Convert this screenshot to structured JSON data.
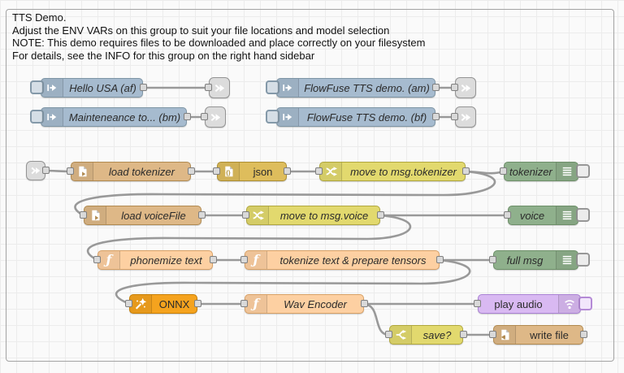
{
  "header": {
    "lines": [
      "TTS Demo.",
      "Adjust the ENV VARs on this group to suit your file locations and model selection",
      "NOTE: This demo requires files to be downloaded and place correctly on your filesystem",
      "For details, see the INFO for this group on the right hand sidebar"
    ]
  },
  "colors": {
    "inject": "#a6bbcf",
    "file": "#deb887",
    "json": "#debd5c",
    "change": "#e2d96e",
    "function": "#fdd0a2",
    "debug_green": "#8fb08c",
    "play_audio": "#d9b9f2",
    "onnx": "#f5a31e",
    "link_node": "#dcdcdc",
    "wire": "#999999",
    "canvas": "#fafafa",
    "grid": "#ececec"
  },
  "nodes": {
    "inject_hello": {
      "label": "Hello USA (af)",
      "type": "inject",
      "icon": "inject-arrow-icon"
    },
    "inject_maint": {
      "label": "Mainteneance to... (bm)",
      "type": "inject",
      "icon": "inject-arrow-icon"
    },
    "inject_am": {
      "label": "FlowFuse TTS demo. (am)",
      "type": "inject",
      "icon": "inject-arrow-icon"
    },
    "inject_bf": {
      "label": "FlowFuse TTS demo. (bf)",
      "type": "inject",
      "icon": "inject-arrow-icon"
    },
    "load_tokenizer": {
      "label": "load tokenizer",
      "type": "file-in",
      "icon": "file-in-icon"
    },
    "json": {
      "label": "json",
      "type": "json",
      "icon": "json-braces-icon"
    },
    "change_tok": {
      "label": "move to msg.tokenizer",
      "type": "change",
      "icon": "shuffle-icon"
    },
    "tokenizer": {
      "label": "tokenizer",
      "type": "debug",
      "icon": "debug-lines-icon"
    },
    "load_voicefile": {
      "label": "load voiceFile",
      "type": "file-in",
      "icon": "file-in-icon"
    },
    "change_voice": {
      "label": "move to msg.voice",
      "type": "change",
      "icon": "shuffle-icon"
    },
    "voice": {
      "label": "voice",
      "type": "debug",
      "icon": "debug-lines-icon"
    },
    "phonemize": {
      "label": "phonemize text",
      "type": "function",
      "icon": "function-f-icon"
    },
    "tok_tensors": {
      "label": "tokenize text & prepare tensors",
      "type": "function",
      "icon": "function-f-icon"
    },
    "full_msg": {
      "label": "full msg",
      "type": "debug",
      "icon": "debug-lines-icon"
    },
    "onnx": {
      "label": "ONNX",
      "type": "onnx",
      "icon": "magic-wand-icon"
    },
    "wav_encoder": {
      "label": "Wav Encoder",
      "type": "function",
      "icon": "function-f-icon"
    },
    "play_audio": {
      "label": "play audio",
      "type": "play-audio",
      "icon": "speaker-waves-icon"
    },
    "save": {
      "label": "save?",
      "type": "switch",
      "icon": "switch-branch-icon"
    },
    "write_file": {
      "label": "write file",
      "type": "file-out",
      "icon": "file-out-icon"
    }
  }
}
